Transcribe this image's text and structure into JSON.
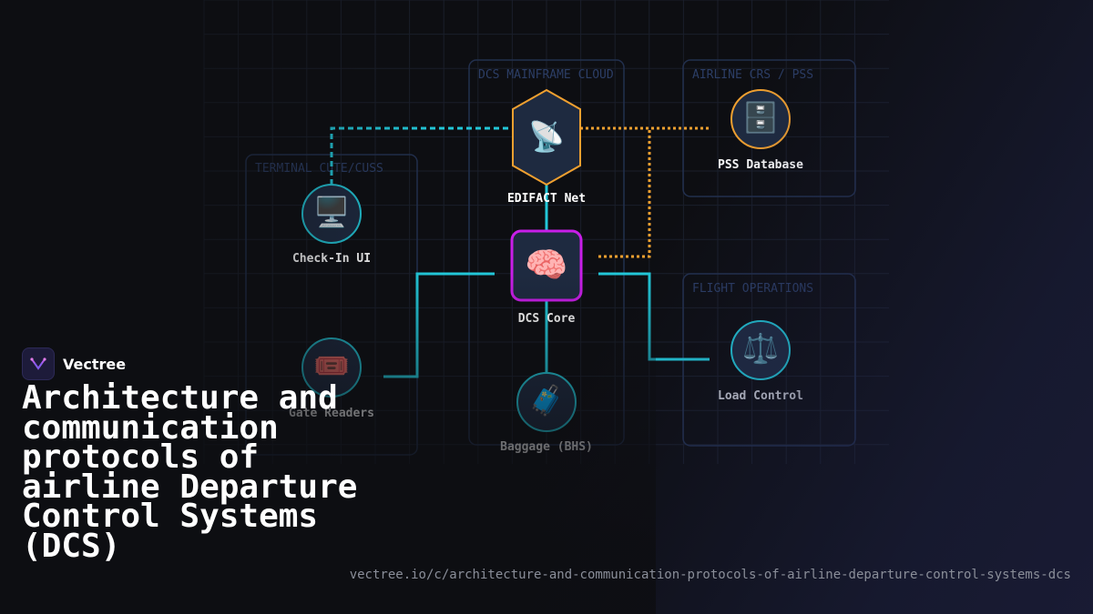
{
  "brand": {
    "name": "Vectree"
  },
  "title": "Architecture and communication protocols of airline Departure Control Systems (DCS)",
  "url": "vectree.io/c/architecture-and-communication-protocols-of-airline-departure-control-systems-dcs",
  "groups": {
    "terminal": "TERMINAL CUTE/CUSS",
    "dcs_cloud": "DCS MAINFRAME CLOUD",
    "crs": "AIRLINE CRS / PSS",
    "flight_ops": "FLIGHT OPERATIONS"
  },
  "nodes": {
    "check_in": {
      "label": "Check-In UI",
      "icon": "🖥️",
      "icon_name": "desktop-computer-icon"
    },
    "gate_readers": {
      "label": "Gate Readers",
      "icon": "🎟️",
      "icon_name": "ticket-icon"
    },
    "edifact": {
      "label": "EDIFACT Net",
      "icon": "📡",
      "icon_name": "satellite-antenna-icon"
    },
    "dcs_core": {
      "label": "DCS Core",
      "icon": "🧠",
      "icon_name": "brain-icon"
    },
    "baggage": {
      "label": "Baggage (BHS)",
      "icon": "🧳",
      "icon_name": "luggage-icon"
    },
    "pss_db": {
      "label": "PSS Database",
      "icon": "🗄️",
      "icon_name": "file-cabinet-icon"
    },
    "load_control": {
      "label": "Load Control",
      "icon": "⚖️",
      "icon_name": "balance-scale-icon"
    }
  },
  "colors": {
    "cyan": "#22c7d8",
    "orange": "#f0a030",
    "magenta": "#c81ee8",
    "node_fill": "#1e2a40",
    "group_border": "#22304e",
    "group_label": "#2c3e66"
  }
}
